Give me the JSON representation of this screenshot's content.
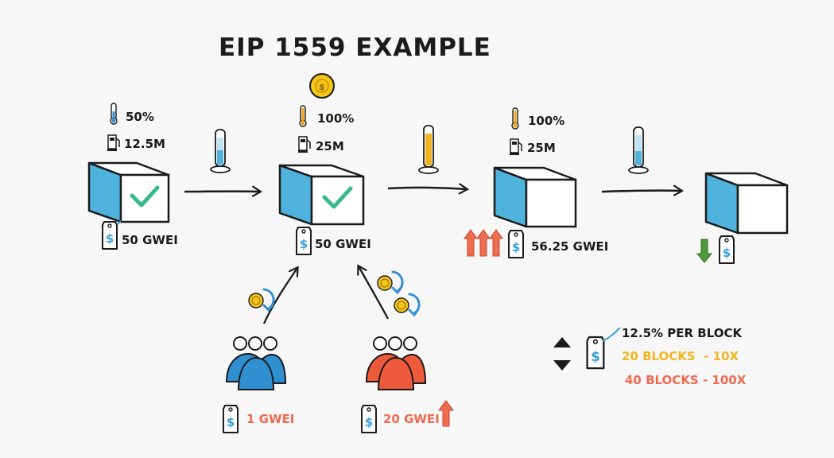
{
  "title": "EIP 1559 EXAMPLE",
  "blocks": [
    {
      "usage": "50%",
      "gas": "12.5M",
      "fee": "50 GWEI"
    },
    {
      "usage": "100%",
      "gas": "25M",
      "fee": "50 GWEI"
    },
    {
      "usage": "100%",
      "gas": "25M",
      "fee": "56.25 GWEI"
    }
  ],
  "users": [
    {
      "fee": "1 GWEI"
    },
    {
      "fee": "20 GWEI"
    }
  ],
  "legend": {
    "per_block": "12.5% PER BLOCK",
    "blocks_20": "20 BLOCKS  - 10X",
    "blocks_40": "40 BLOCKS - 100X"
  },
  "colors": {
    "cube_side": "#4fb3de",
    "check": "#38b98d",
    "blue_group": "#2f8fd1",
    "red_group": "#ef5a3c",
    "gold": "#f5c518",
    "arrow_red": "#ee6d4e",
    "arrow_green": "#4d9a3a"
  }
}
